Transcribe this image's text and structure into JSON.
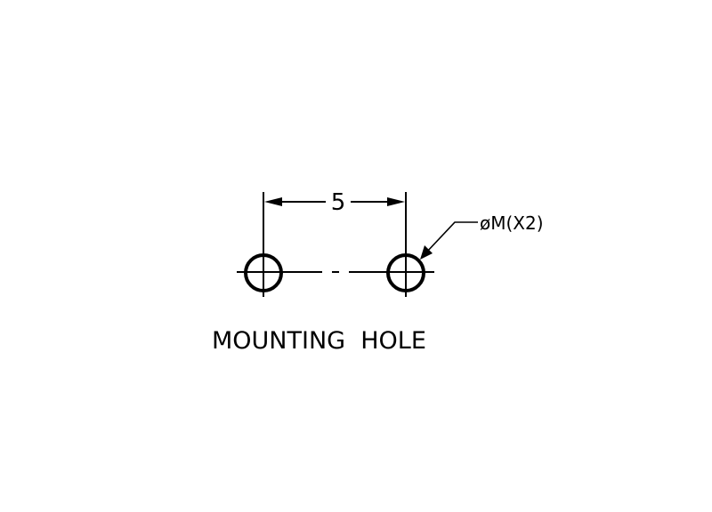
{
  "dimension": {
    "spacing_label": "5"
  },
  "callout": {
    "label": "øM(X2)"
  },
  "caption": {
    "text": "MOUNTING  HOLE"
  },
  "colors": {
    "line": "#000000",
    "background": "#ffffff"
  }
}
